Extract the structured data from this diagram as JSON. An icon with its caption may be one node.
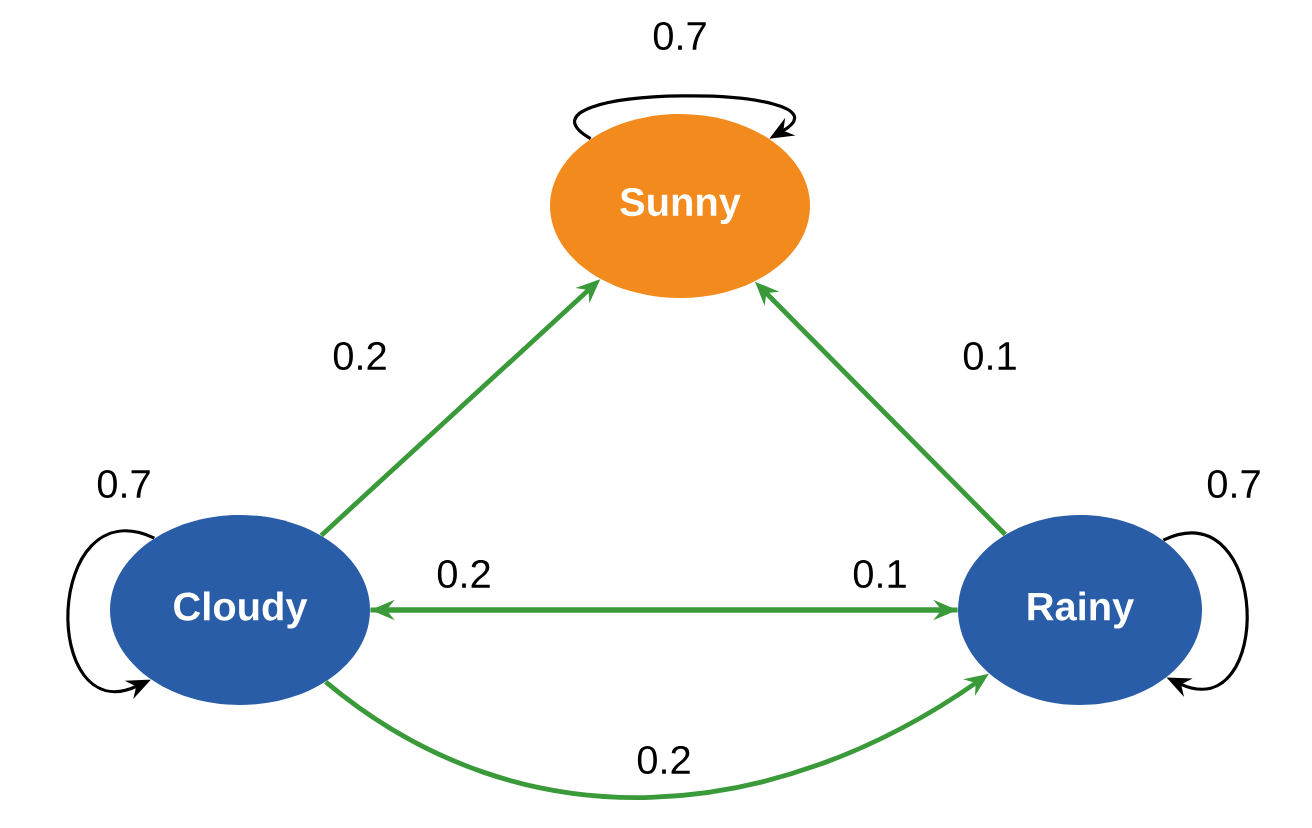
{
  "diagram": {
    "nodes": [
      {
        "text": [
          "Sunny"
        ]
      },
      {
        "text": [
          "Cloudy"
        ]
      },
      {
        "text": [
          "Rainy"
        ]
      }
    ],
    "edges": [
      {
        "from": 0,
        "to": 0,
        "arrow": "to",
        "label": "0.7",
        "color": "#000000"
      },
      {
        "from": 1,
        "to": 1,
        "arrow": "to",
        "label": "0.7",
        "color": "#000000"
      },
      {
        "from": 2,
        "to": 2,
        "arrow": "to",
        "label": "0.7",
        "color": "#000000"
      },
      {
        "from": 1,
        "to": 0,
        "arrow": "to",
        "label": "0.2"
      },
      {
        "from": 2,
        "to": 0,
        "arrow": "to",
        "label": "0.1"
      },
      {
        "from": 2,
        "to": 1,
        "arrow": "to",
        "label": "0.2"
      },
      {
        "from": 1,
        "to": 2,
        "arrow": "to",
        "label": "0.1"
      },
      {
        "from": 1,
        "to": 2,
        "arrow": "to",
        "label": "0.2"
      }
    ]
  }
}
